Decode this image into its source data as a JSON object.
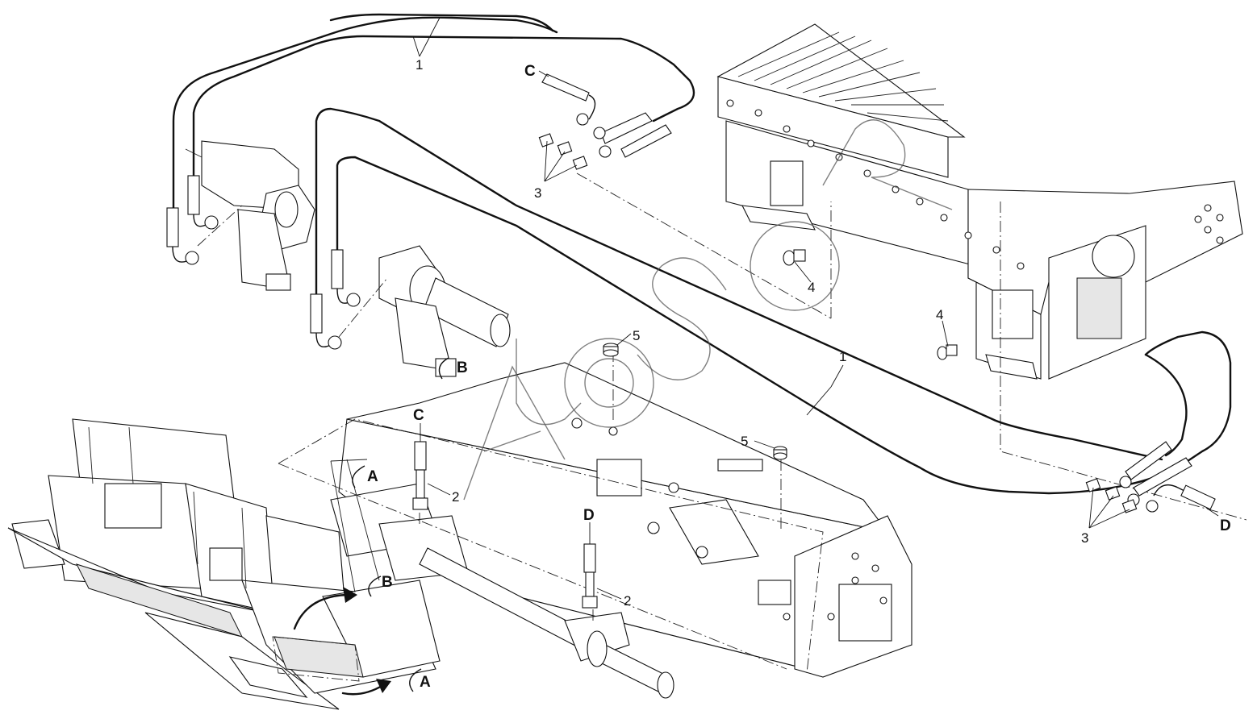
{
  "callouts": {
    "hose_1": "1",
    "hose_fitting_2": "2",
    "adapter_3": "3",
    "grease_nipple_4": "4",
    "cap_5": "5"
  },
  "view_letters": {
    "a": "A",
    "b": "B",
    "c": "C",
    "d": "D"
  },
  "icons": [
    "hose-icon",
    "grease-nipple-icon",
    "cap-icon",
    "view-arrow-icon"
  ],
  "colors": {
    "line": "#111111",
    "background": "#ffffff",
    "watermark": "#555555"
  }
}
